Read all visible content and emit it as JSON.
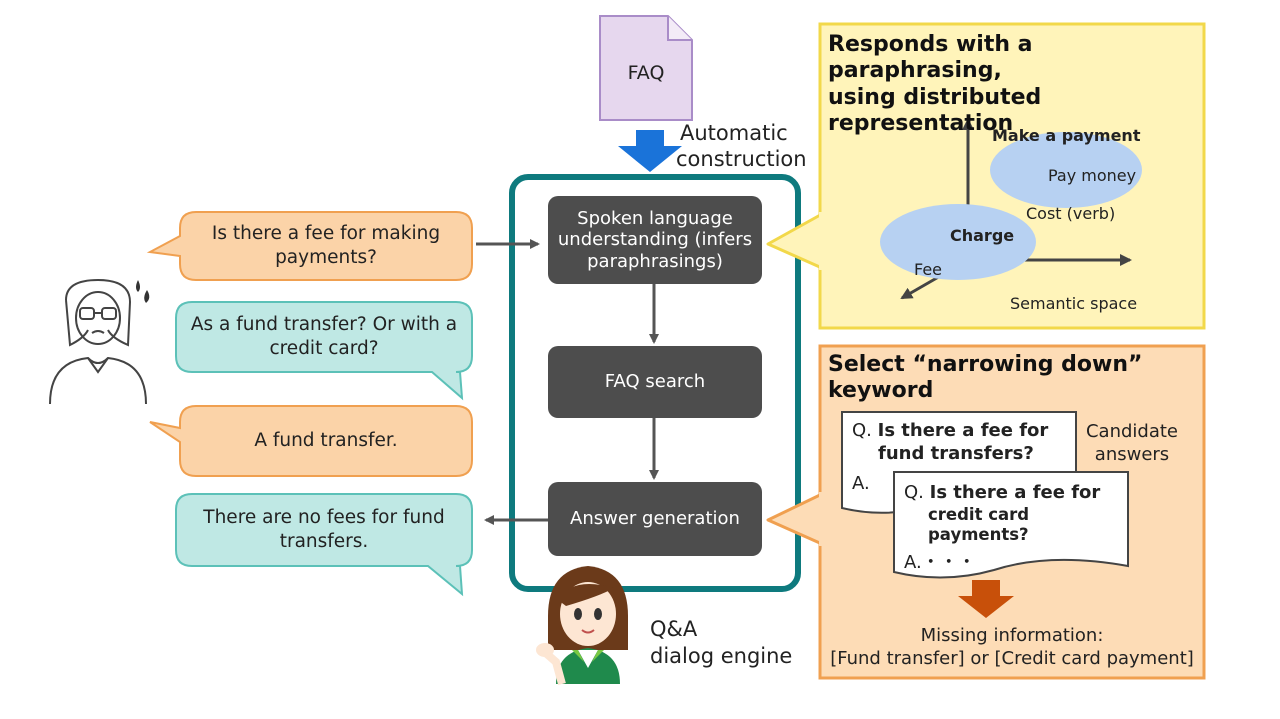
{
  "faq_doc": {
    "label": "FAQ"
  },
  "automatic_construction": {
    "line1": "Automatic",
    "line2": "construction"
  },
  "engine": {
    "steps": [
      "Spoken language understanding (infers paraphrasings)",
      "FAQ search",
      "Answer generation"
    ],
    "label_line1": "Q&A",
    "label_line2": "dialog engine"
  },
  "dialog": [
    {
      "speaker": "user",
      "text": "Is there a fee for making payments?"
    },
    {
      "speaker": "system",
      "text": "As a fund transfer? Or with a credit card?"
    },
    {
      "speaker": "user",
      "text": "A fund transfer."
    },
    {
      "speaker": "system",
      "text": "There are no fees for fund transfers."
    }
  ],
  "paraphrase_panel": {
    "title_line1": "Responds with a paraphrasing,",
    "title_line2": "using distributed representation",
    "terms": {
      "make_payment": "Make a payment",
      "pay_money": "Pay money",
      "cost_verb": "Cost (verb)",
      "charge": "Charge",
      "fee": "Fee"
    },
    "space_label": "Semantic space"
  },
  "narrowing_panel": {
    "title_line1": "Select “narrowing down”",
    "title_line2": "keyword",
    "card1": {
      "q_prefix": "Q.",
      "q_line1": "Is there a fee for",
      "q_line2": "fund transfers?",
      "a_prefix": "A."
    },
    "card2": {
      "q_prefix": "Q.",
      "q_line1": "Is there a fee for",
      "q_line2": "credit card payments?",
      "a_text": "A.・・・"
    },
    "candidate_line1": "Candidate",
    "candidate_line2": "answers",
    "missing_line1": "Missing information:",
    "missing_line2": "[Fund transfer] or [Credit card payment]"
  },
  "colors": {
    "user_bubble": "#fbd3a8",
    "user_border": "#f0a050",
    "system_bubble": "#bfe8e4",
    "system_border": "#5cc1b8",
    "engine_border": "#0e7a7e",
    "step_fill": "#4d4d4d",
    "paraphrase_fill": "#fff4ba",
    "paraphrase_border": "#f2d84a",
    "narrowing_fill": "#fddcb6",
    "narrowing_border": "#f0a050",
    "ellipse_fill": "#b7d1f2",
    "faq_fill": "#e6d7ee",
    "faq_border": "#a98cc8",
    "down_arrow_blue": "#1a73d9",
    "down_arrow_orange": "#c8500a"
  }
}
